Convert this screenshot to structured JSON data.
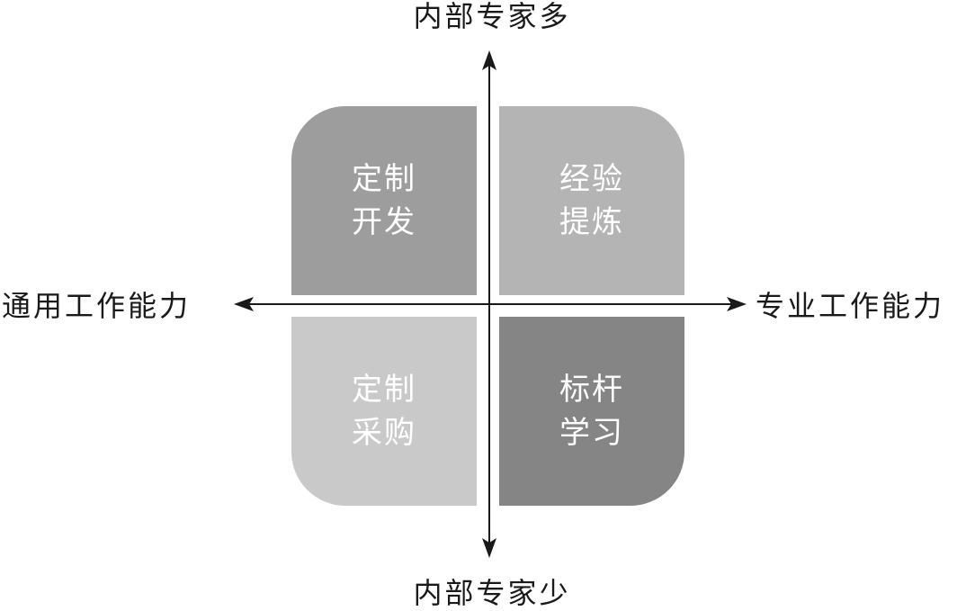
{
  "axes": {
    "top": "内部专家多",
    "bottom": "内部专家少",
    "left": "通用工作能力",
    "right": "专业工作能力"
  },
  "quadrants": {
    "top_left": {
      "line1": "定制",
      "line2": "开发",
      "color": "#9d9d9d"
    },
    "top_right": {
      "line1": "经验",
      "line2": "提炼",
      "color": "#b4b4b4"
    },
    "bottom_left": {
      "line1": "定制",
      "line2": "采购",
      "color": "#c9c9c9"
    },
    "bottom_right": {
      "line1": "标杆",
      "line2": "学习",
      "color": "#858585"
    }
  },
  "colors": {
    "axis": "#1a1a1a",
    "text_on_quadrant": "#ffffff"
  }
}
